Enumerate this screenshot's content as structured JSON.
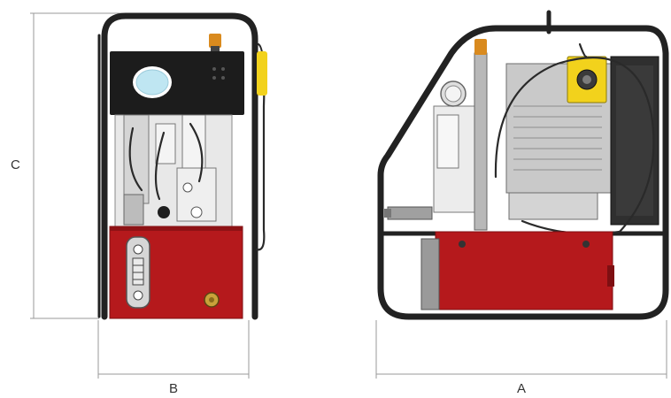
{
  "dimensions": {
    "c_label": "C",
    "b_label": "B",
    "a_label": "A"
  },
  "colors": {
    "tank_red": "#b5191c",
    "frame_black": "#222222",
    "yellow_box": "#f2d21c",
    "gauge_blue": "#bfe6f2",
    "background": "#ffffff"
  },
  "views": [
    "side-view",
    "front-view"
  ]
}
